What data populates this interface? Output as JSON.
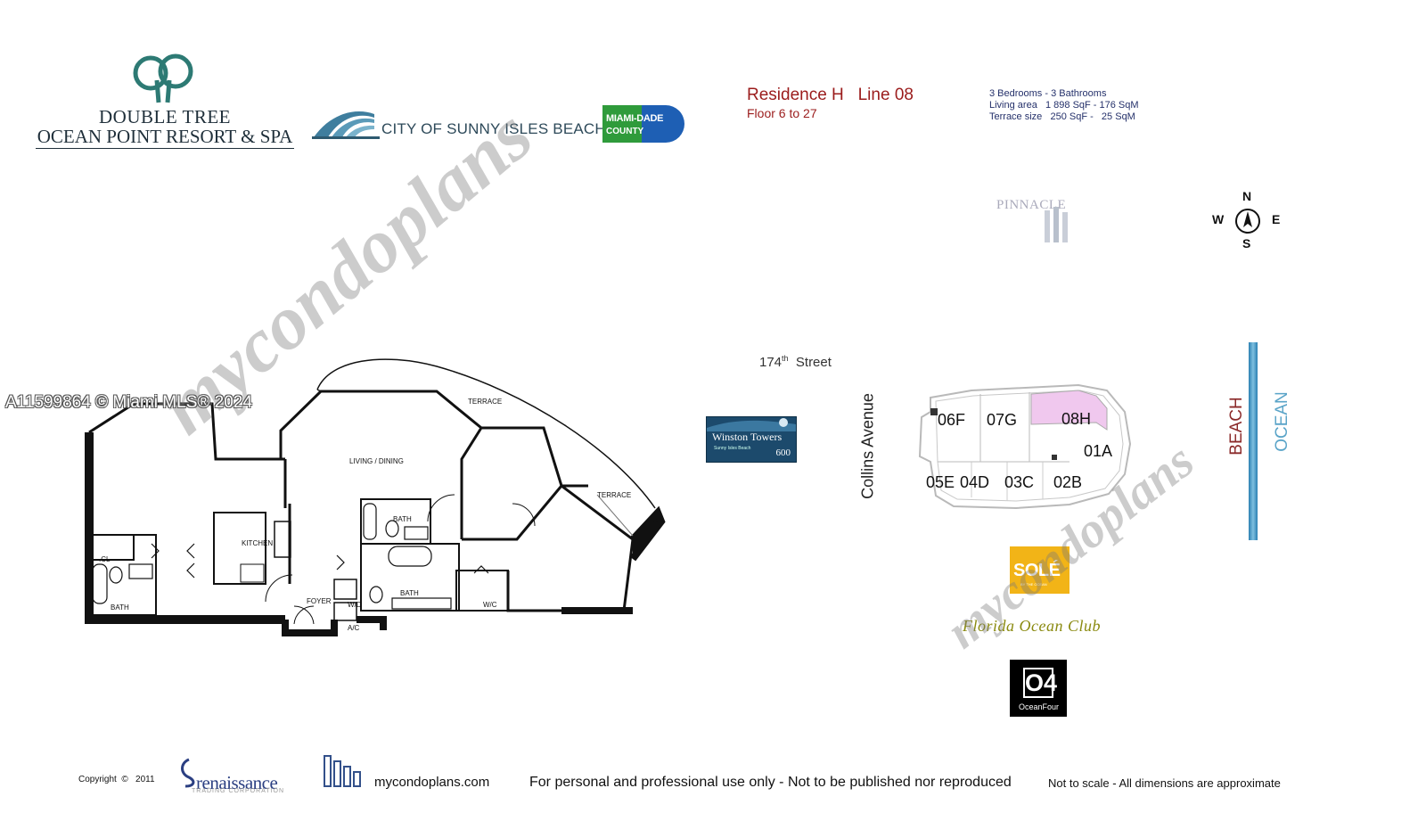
{
  "header": {
    "resort_name_line1": "DOUBLE TREE",
    "resort_name_line2": "OCEAN POINT RESORT & SPA",
    "city_name": "CITY OF SUNNY ISLES BEACH",
    "county_badge_line1": "MIAMI-DADE",
    "county_badge_line2": "COUNTY"
  },
  "residence": {
    "title": "Residence H   Line 08",
    "floors": "Floor 6 to 27",
    "specs": [
      "3 Bedrooms - 3 Bathrooms",
      "Living area   1 898 SqF - 176 SqM",
      "Terrace size   250 SqF -   25 SqM"
    ]
  },
  "mls_label": "A11599864 © Miami MLS® 2024",
  "watermark": "mycondoplans",
  "compass": {
    "n": "N",
    "s": "S",
    "e": "E",
    "w": "W"
  },
  "site_map": {
    "pinnacle": "PINNACLE",
    "street": "174",
    "street_suffix": "th",
    "street_word": "Street",
    "avenue": "Collins Avenue",
    "winston_title": "Winston Towers",
    "winston_sub": "Sunny Isles Beach",
    "winston_num": "600",
    "units": [
      "06F",
      "07G",
      "08H",
      "01A",
      "05E",
      "04D",
      "03C",
      "02B"
    ],
    "beach": "BEACH",
    "ocean": "OCEAN",
    "sole_name": "SOLÉ",
    "sole_sub": "BY THE OCEAN",
    "florida_ocean_club": "Florida Ocean Club",
    "ocean_four_logo": "O4",
    "ocean_four_name": "OceanFour",
    "highlight_color": "#f0c8ee"
  },
  "floor_plan": {
    "rooms": {
      "terrace_top": "TERRACE",
      "terrace_right": "TERRACE",
      "living_dining": "LIVING / DINING",
      "kitchen": "KITCHEN",
      "bath_left": "BATH",
      "bath_center": "BATH",
      "bath_master": "BATH",
      "closet": ".CL",
      "foyer": "FOYER",
      "wd": "W/D",
      "ac": "A/C",
      "wc": "W/C"
    }
  },
  "footer": {
    "copyright": "Copyright  ©   2011",
    "renaissance": "renaissance",
    "renaissance_sub": "TRADING CORPORATION",
    "site_url": "mycondoplans.com",
    "disclaimer": "For personal and professional use only - Not to be published nor reproduced",
    "not_to_scale": "Not to scale - All dimensions are approximate"
  }
}
